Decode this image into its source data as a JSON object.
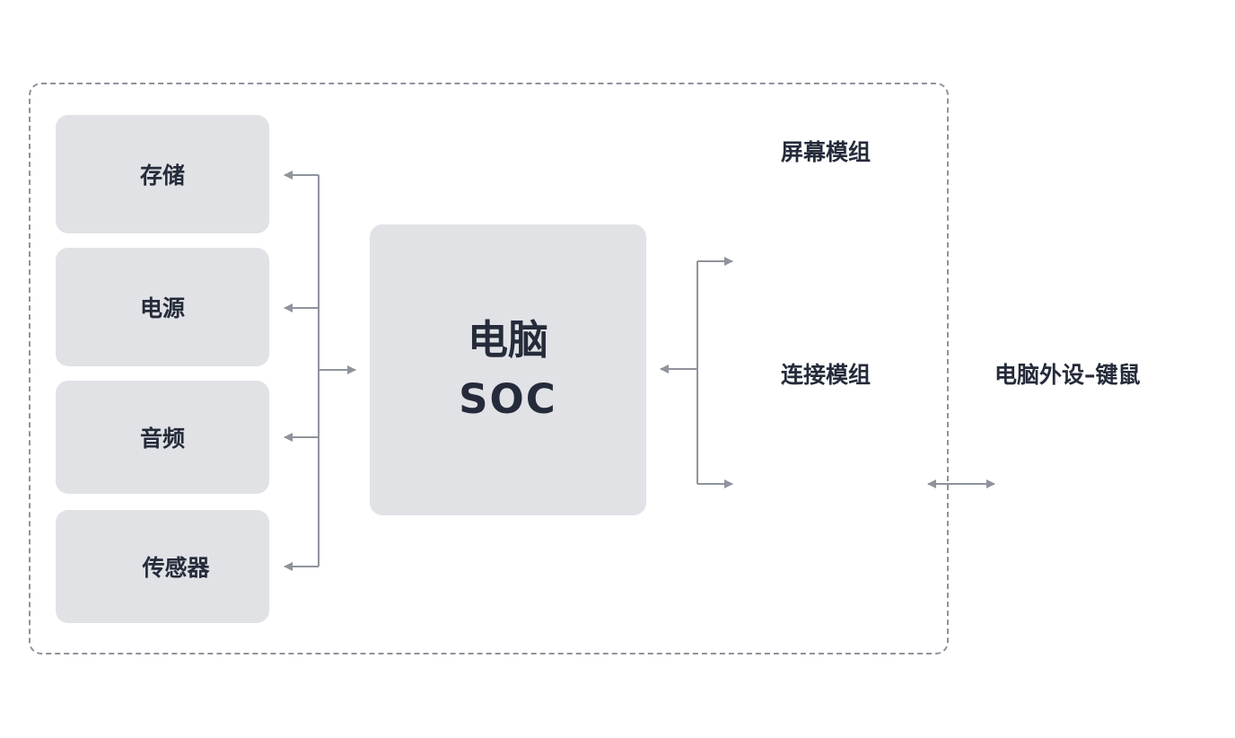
{
  "modules": {
    "storage": "存储",
    "power": "电源",
    "audio": "音频",
    "sensor": "传感器"
  },
  "soc": {
    "line1": "电脑",
    "line2": "SOC"
  },
  "right": {
    "screen": "屏幕模组",
    "connect": "连接模组"
  },
  "external": {
    "peripheral": "电脑外设–键鼠"
  },
  "colors": {
    "box_fill": "#e1e2e6",
    "text": "#252b3a",
    "connector": "#8f939c"
  }
}
